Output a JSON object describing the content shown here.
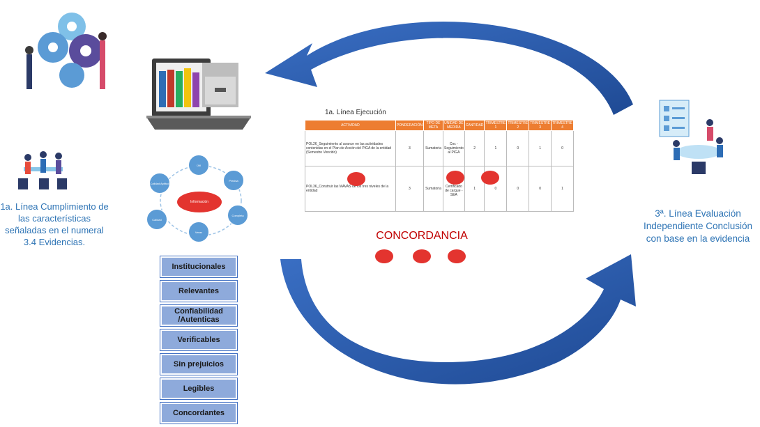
{
  "left_caption": "1a. Línea Cumplimiento de las características señaladas en el numeral 3.4 Evidencias.",
  "right_caption": "3ª. Línea Evaluación Independiente Conclusión con base en la evidencia",
  "center_label": "CONCORDANCIA",
  "table": {
    "title": "1a. Línea Ejecución",
    "headers": [
      "ACTIVIDAD",
      "PONDERACIÓN",
      "TIPO DE META",
      "UNIDAD DE MEDIDA",
      "CANTIDAD",
      "TRIMESTRE 1",
      "TRIMESTRE 2",
      "TRIMESTRE 3",
      "TRIMESTRE 4"
    ],
    "rows": [
      [
        "POL26_Seguimiento al avance en las actividades contenidas en el Plan de Acción del PIGA de la entidad (Semestre Vencido)",
        "3",
        "Sumatoria",
        "Cnc - Seguimiento al PIGA",
        "2",
        "1",
        "0",
        "1",
        "0"
      ],
      [
        "POL36_Construir las MAVAS de los tres niveles de la entidad",
        "3",
        "Sumatoria",
        "Cnc - Certificado de cargue - SEA",
        "1",
        "0",
        "0",
        "0",
        "1"
      ]
    ]
  },
  "cycle": {
    "center": "Información",
    "nodes": [
      "Útil",
      "Precisa",
      "Completa",
      "Veraz",
      "Calidad",
      "Calidad Aptitud"
    ]
  },
  "attributes": [
    "Institucionales",
    "Relevantes",
    "Confiabilidad /Autenticas",
    "Verificables",
    "Sin prejuicios",
    "Legibles",
    "Concordantes"
  ],
  "colors": {
    "arrow": "#2f5fb0",
    "caption": "#2e74b5",
    "header": "#ed7d31",
    "button": "#8eaadb",
    "accent_red": "#e3342f"
  }
}
